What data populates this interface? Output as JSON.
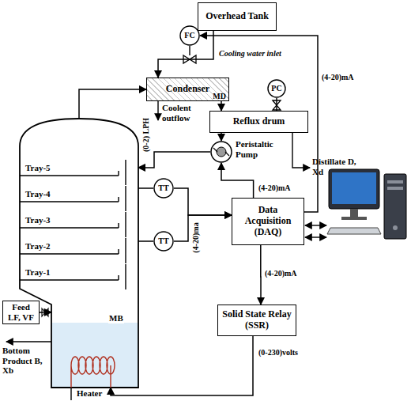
{
  "diagram": {
    "nodes": [
      {
        "text": [
          "Overhead Tank"
        ]
      },
      {
        "text": [
          "FC"
        ]
      },
      {
        "text": [
          "Condenser",
          "MD"
        ]
      },
      {
        "text": [
          "PC"
        ]
      },
      {
        "text": [
          "Reflux drum"
        ]
      },
      {
        "text": [
          "Peristaltic Pump"
        ]
      },
      {
        "text": [
          "Tray-5",
          "Tray-4",
          "Tray-3",
          "Tray-2",
          "Tray-1",
          "MB"
        ]
      },
      {
        "text": [
          "TT"
        ]
      },
      {
        "text": [
          "TT"
        ]
      },
      {
        "text": [
          "Data Acquisition (DAQ)"
        ]
      },
      {
        "text": [
          "Solid State Relay (SSR)"
        ]
      },
      {
        "text": [
          "Feed LF, VF"
        ]
      }
    ],
    "edges": [
      {
        "from": 0,
        "to": 2,
        "label": "Cooling water inlet",
        "arrow": "to"
      },
      {
        "from": 9,
        "to": 1,
        "label": "(4-20)mA",
        "arrow": "to"
      },
      {
        "from": 2,
        "to": 4,
        "arrow": "to"
      },
      {
        "from": 4,
        "to": 3,
        "arrow": "none"
      },
      {
        "from": 6,
        "to": 2,
        "arrow": "to"
      },
      {
        "from": 4,
        "to": 5,
        "arrow": "to"
      },
      {
        "from": 5,
        "to": 6,
        "label": "(0-2) LPH",
        "arrow": "to"
      },
      {
        "from": 9,
        "to": 5,
        "label": "(4-20)mA",
        "arrow": "to"
      },
      {
        "from": 6,
        "to": 7,
        "arrow": "none"
      },
      {
        "from": 6,
        "to": 8,
        "arrow": "none"
      },
      {
        "from": 7,
        "to": 9,
        "label": "(4-20)ma",
        "arrow": "to"
      },
      {
        "from": 8,
        "to": 9,
        "arrow": "to"
      },
      {
        "from": 9,
        "to": 10,
        "label": "(4-20)mA",
        "arrow": "to"
      },
      {
        "from": 10,
        "to": 6,
        "label": "(0-230)volts",
        "arrow": "to"
      },
      {
        "from": 11,
        "to": 6,
        "arrow": "to"
      }
    ],
    "labels": [
      "Coolent outflow",
      "Distillate D, Xd",
      "Bottom Product B, Xb",
      "Heater"
    ]
  }
}
